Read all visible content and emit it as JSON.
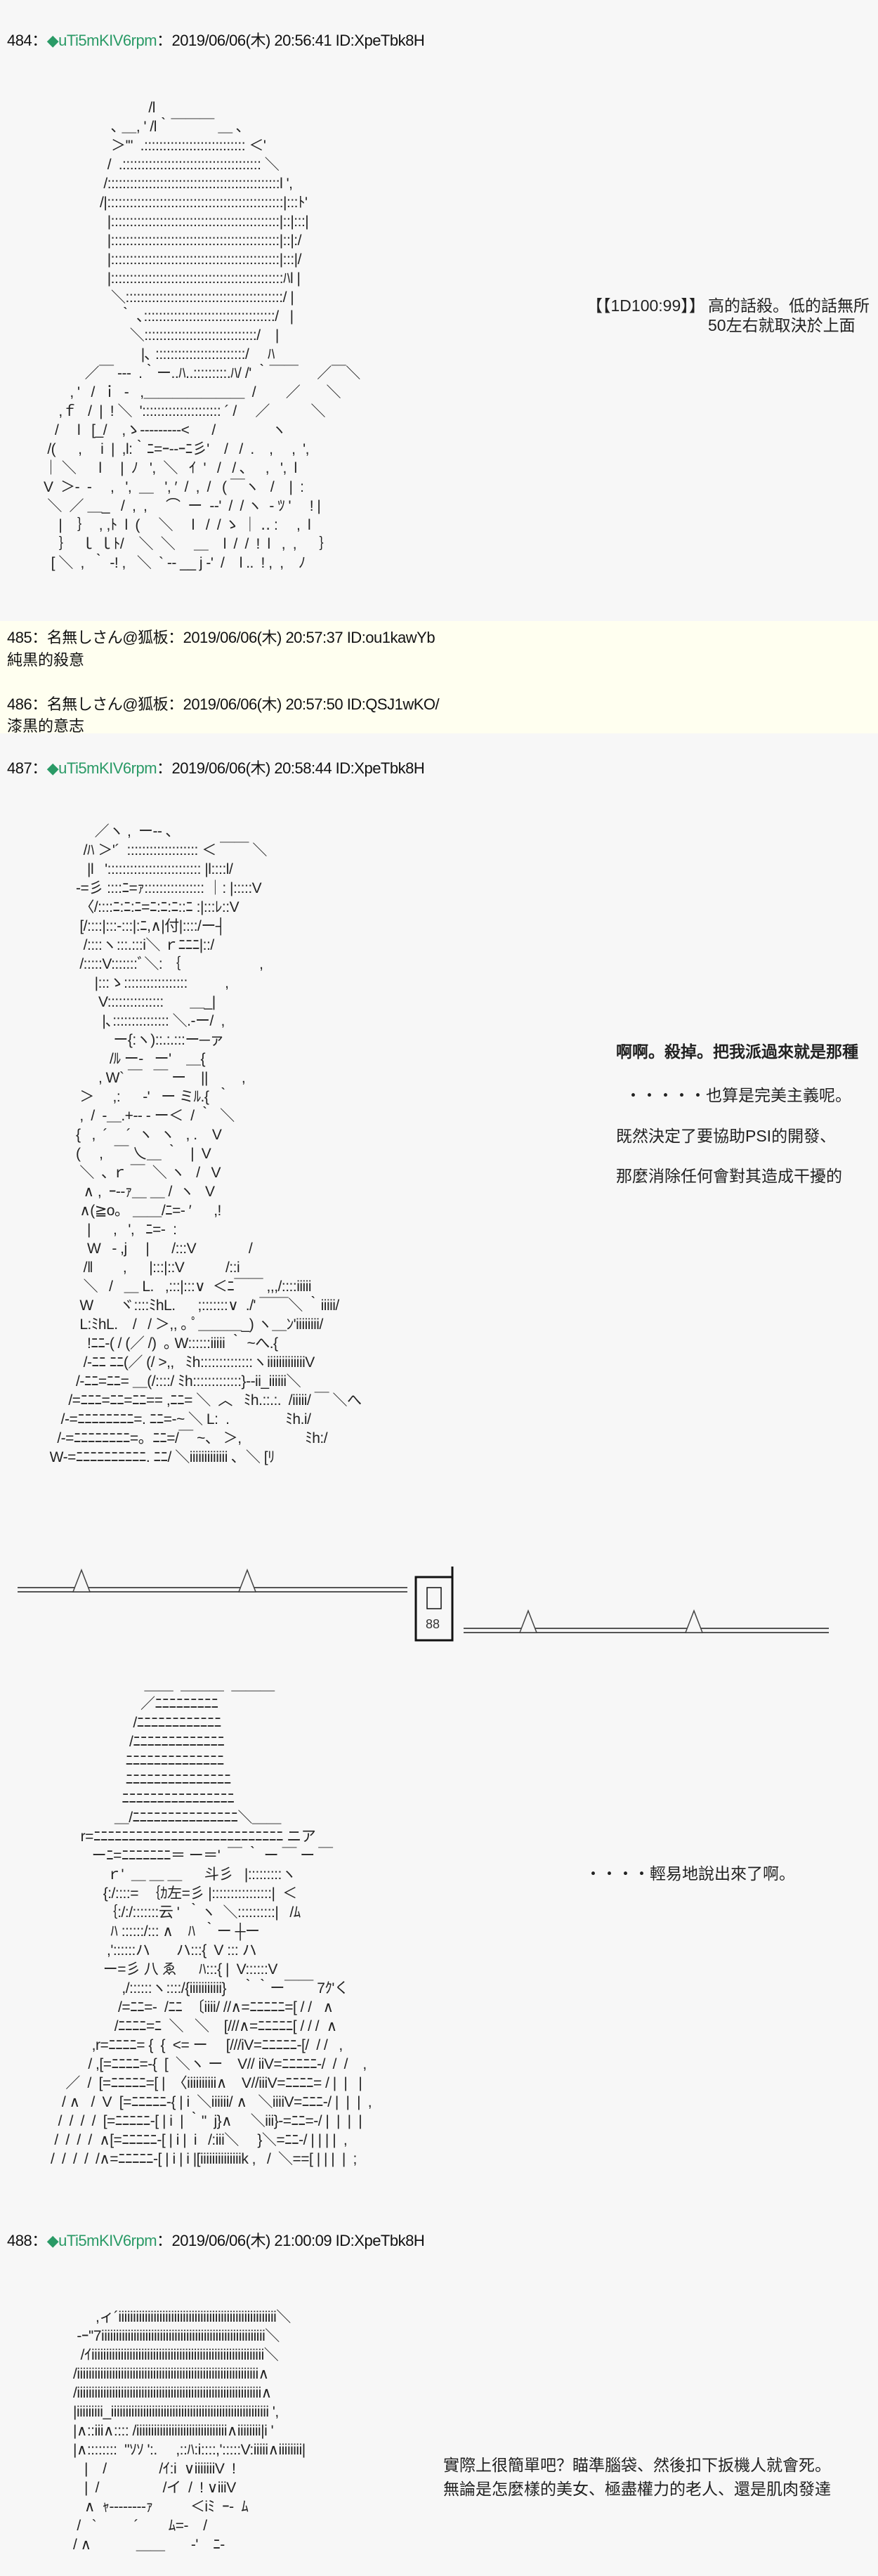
{
  "posts": [
    {
      "number": "484",
      "sep": "：",
      "mark": "◆",
      "name": "uTi5mKIV6rpm",
      "date": "：2019/06/06(木) 20:56:41 ID:XpeTbk8H"
    },
    {
      "number": "485",
      "sep": "：",
      "name": "名無しさん@狐板",
      "date": "：2019/06/06(木) 20:57:37 ID:ou1kawYb",
      "text": "純黒的殺意"
    },
    {
      "number": "486",
      "sep": "：",
      "name": "名無しさん@狐板",
      "date": "：2019/06/06(木) 20:57:50 ID:QSJ1wKO/",
      "text": "漆黒的意志"
    },
    {
      "number": "487",
      "sep": "：",
      "mark": "◆",
      "name": "uTi5mKIV6rpm",
      "date": "：2019/06/06(木) 20:58:44 ID:XpeTbk8H"
    },
    {
      "number": "488",
      "sep": "：",
      "mark": "◆",
      "name": "uTi5mKIV6rpm",
      "date": "：2019/06/06(木) 21:00:09 ID:XpeTbk8H"
    }
  ],
  "dialogue": {
    "p484_dice": "【【1D100:99】】",
    "p484_line1": "高的話殺。低的話無所",
    "p484_line2": "50左右就取決於上面",
    "p487_line1": "啊啊。殺掉。把我派過來就是那種",
    "p487_line2": "・・・・・也算是完美主義呢。",
    "p487_line3": "既然決定了要協助PSI的開發、",
    "p487_line4": "那麼消除任何會對其造成干擾的",
    "p487_line5": "・・・・輕易地說出來了啊。",
    "p488_line1": "實際上很簡單吧？瞄準腦袋、然後扣下扳機人就會死。",
    "p488_line2": "無論是怎麼樣的美女、極盡權力的老人、還是肌肉發達"
  },
  "divider": {
    "box_label": "88"
  },
  "aa": {
    "a1": [
      "                                  /l",
      "                        ､ ＿, ' /l｀￣￣￣ ＿ ､",
      "                        ＞'\"  .::::::::::::::::::::::::::: ＜'",
      "                       /  .::::::::::::::::::::::::::::::::::::: ＼",
      "                      /::::::::::::::::::::::::::::::::::::::::::::::l ',",
      "                     /|:::::::::::::::::::::::::::::::::::::::::::::::|:::ﾄ'",
      "                       |:::::::::::::::::::::::::::::::::::::::::::::|::|:::|",
      "                       |:::::::::::::::::::::::::::::::::::::::::::::|::|:/",
      "                       |:::::::::::::::::::::::::::::::::::::::::::::|:::|/",
      "                       |::::::::::::::::::::::::::::::::::::::::::::::ﾊl |",
      "                        ＼::::::::::::::::::::::::::::::::::::::::::/ |",
      "                          ｀ ､:::::::::::::::::::::::::::::::::::/   |",
      "                             ＼::::::::::::::::::::::::::::::/    |",
      "                                |､ ::::::::::::::::::::::::/     ﾊ",
      "                 ／￣ ---  .｀ー..ﾊ..:::::::::.ﾊ/ /' ｀￣￣     ／￣＼",
      "             , '   /  ｉ  -   ,＿＿＿＿＿＿＿  /        ／       ＼",
      "          ,ｆ   /  |  ! ＼  '::::::::::::::::::::: ´ /     ／           ＼",
      "         /     l   [_/    ,ゝ-‐‐‐‐‐‐‐-<      /               ヽ",
      "       /(      ,     i  |  ,l:｀ﾆ=ｰ--ｰﾆ彡'    /   /  .    ,     ,  ',",
      "      ｜ ＼      l     |  ﾉ   ',  ＼   ｲ  '   /   / ､     ,   ',  l",
      "      V  ＞-  -     ,   ',  ＿   ', ′  /  ,  /   ( ￣ヽ   /    |  :",
      "       ＼  ／ ＿_   /  ,  ,     ⌒  ー  -‐'  /  / ヽ  ‐ ﾂ '     ! |",
      "          |    ｝  , ,ﾄ  l  (     ＼     l   /  / ゝ ｜ ‥ :     ,  l",
      "          ｝  ｌ ｌﾄ/    ＼  ＼     ＿    l  /  /  !  l   ,  ,      ｝",
      "        [ ＼  ,  ｀ -! ,   ＼  ` ‐- __ j -'  /    l ..  ! ,  ,    ﾉ"
    ],
    "a2": [
      "              ／ヽ ,  ー-- ､",
      "           /ﾊ ＞'´  ::::::::::::::::::: ＜ ￣￣ ＼",
      "            |l   '::::::::::::::::::::::::: |l::::l/",
      "         -=彡 ::::ﾆ=ｧ:::::::::::::::: ｜: |:::::V",
      "          〈/::::ﾆ:ﾆ:ﾆ=ﾆ:ﾆ:ﾆ::ﾆ :|:::ﾚ::V",
      "          [/::::|:::-:::|:ﾆ,∧|付|::::/ー┤",
      "           /::::ヽ:::.:::i＼ ｒﾆﾆﾆ|::/",
      "          /:::::V:::::::ﾞ＼: ｛                     ,",
      "              |:::ゝ:::::::::::::::::          ,",
      "               V:::::::::::::::       ＿_|",
      "                |､::::::::::::::: ＼.-ー/  ,",
      "                   ー{:ヽ)::.:.:::ー─ァ",
      "                  /ﾙ ー-   ー'    ＿{",
      "               , W` ￣   ￣ ー    ||         ,",
      "          ＞     ,:      ‐'   ー ミﾙ.{  ｀",
      "          ,  /  -＿.+-- ‐ ー＜  / ｀  ＼",
      "         {   ,  ´     ´  ヽ  ヽ   , .    V",
      "         (     ,   ￣ 乀＿ ｀   |  V",
      "          ＼  ､ ｒ ￣  ＼ ヽ   /   V",
      "           ∧ ,  ｰ--ｧ＿ ＿ /  ヽ   V",
      "          ∧(≧o。 ＿＿/ﾆ=- ′      ,!",
      "            |      ,   ',   ﾆ=-  :",
      "            W   ‐ ,j     |      /:::V              /",
      "           /‖        ,      |:::|::V           /::i",
      "           ＼   /   ＿ L.   ,:::|:::∨  ＜ﾆ￣￣ ,,,/::::iiiii",
      "          W       ヾ::::ﾐhL.      ;:::::::∨  ./' ￣￣＼ ｀iiiii/",
      "          L:ﾐhL.    /   / ＞,, ｡ ﾟ＿＿＿_) ヽ＿ﾝ'iiiiiiii/",
      "            !ﾆﾆ-( / (／ /)  ｡ W::::::iiiii ｀ ~へ.{",
      "           /-ﾆﾆ ﾆﾆ(／ (/ >,,   ﾐh::::::::::::::ヽiiiiiiiiiiiiiV",
      "         /-ﾆﾆ=ﾆﾆ= ＿(/::::/ ﾐh:::::::::::::}--ii_iiiiii＼",
      "       /=ﾆﾆﾆ=ﾆﾆ=ﾆﾆ== ,ﾆﾆ= ＼  ︿   ﾐh.::.:.  /iiiii/ ￣ ＼へ",
      "     /-=ﾆﾆﾆﾆﾆﾆﾆﾆ=. ﾆﾆ=-~ ＼ L:  .               ﾐh.i/",
      "    /-=ﾆﾆﾆﾆﾆﾆﾆﾆ=。ﾆﾆ=/￣ ~、 ＞,                 ﾐh:/",
      "  W-=ﾆﾆﾆﾆﾆﾆﾆﾆﾆﾆ. ﾆﾆ/ ＼iiiiiiiiiiiii ､  ＼ [ﾘ"
    ],
    "a3": [
      "                               ＿＿  ＿＿＿  ＿＿＿",
      "                              ／ﾆﾆﾆﾆﾆﾆﾆﾆﾆ",
      "                            /ﾆﾆﾆﾆﾆﾆﾆﾆﾆﾆﾆﾆ",
      "                           /ﾆﾆﾆﾆﾆﾆﾆﾆﾆﾆﾆﾆﾆ",
      "                          ﾆﾆﾆﾆﾆﾆﾆﾆﾆﾆﾆﾆﾆﾆ",
      "                          ﾆﾆﾆﾆﾆﾆﾆﾆﾆﾆﾆﾆﾆﾆﾆ",
      "                         ﾆﾆﾆﾆﾆﾆﾆﾆﾆﾆﾆﾆﾆﾆﾆﾆ",
      "                       ＿/ﾆﾆﾆﾆﾆﾆﾆﾆﾆﾆﾆﾆﾆﾆﾆ＼＿＿",
      "              r=ﾆﾆﾆﾆﾆﾆﾆﾆﾆﾆﾆﾆﾆﾆﾆﾆﾆﾆﾆﾆﾆﾆﾆﾆﾆﾆﾆ ニア",
      "                 ーﾆ=ﾆﾆﾆﾆﾆﾆﾆ＝ ー＝'  ￣ ｀ ー ￣ ー ￣",
      "                     ｒ'  ＿ ＿ ＿      斗彡   |:::::::::ヽ",
      "                    {:/::::=  ｛ｶ左=彡 |::::::::::::::::|  ＜",
      "                    ｛:/:/:::::::云 '  ｀ヽ  ＼::::::::::|   /ﾑ",
      "                      ﾊ ::::::/::: ∧    ﾊ  ｀ー ┼ー",
      "                     ,'::::::ハ       ハ:::{  V ::: ハ",
      "                    ー=彡 八 ゑ      ﾊ:::{ |  V::::::V",
      "                         ,/::::::ヽ::::/{iiiiiiiiiii}    ｀｀ー￣￣ 7ｸ'く",
      "                        /=ﾆﾆ=-  /ﾆﾆ  〔iiii/ //∧=ﾆﾆﾆﾆﾆ=[ / /   ∧",
      "                       /ﾆﾆﾆﾆ=ﾆ  ＼   ＼    [///∧=ﾆﾆﾆﾆﾆ[ / / /  ∧",
      "                 ,r=ﾆﾆﾆﾆ= {  {  <= ー     [///iV=ﾆﾆﾆﾆﾆ-[/  / /   ,",
      "                / ,[=ﾆﾆﾆﾆ=-{  [  ＼ヽ ー    V// iiV=ﾆﾆﾆﾆﾆ-/  /  /    ,",
      "          ／  /  [=ﾆﾆﾆﾆﾆ=[ |  〈iiiiiiiiii∧    V//iiiV=ﾆﾆﾆﾆ= / |  |   |",
      "         / ∧   /  V  [=ﾆﾆﾆﾆﾆ-{ | i  ＼iiiiii/ ∧   ＼iiiiV=ﾆﾆﾆ-/ |  |  |  ,",
      "        /  /  /  /  [=ﾆﾆﾆﾆﾆ-[ | i  | ｀\"  j}∧     ＼iii}-=ﾆﾆ=-/ |  |  |  |",
      "       /  /  /  /  ∧[=ﾆﾆﾆﾆﾆ-[ | i |  i   /:iii＼     }＼=ﾆﾆ-/ | | | |  ,",
      "      /  /  /  /  /∧=ﾆﾆﾆﾆﾆ-[ | i | i |[iiiiiiiiiiiiiik ,   /  ＼==[ | | |  |  ;"
    ],
    "a4": [
      "                  ,ィ´iiiiiiiiiiiiiiiiiiiiiiiiiiiiiiiiiiiiiiiiiiiiiiiiiiiiii＼",
      "             -ｰ''7iiiiiiiiiiiiiiiiiiiiiiiiiiiiiiiiiiiiiiiiiiiiiiiiiiiiiiii＼",
      "              /ｲiiiiiiiiiiiiiiiiiiiiiiiiiiiiiiiiiiiiiiiiiiiiiiiiiiiiiiiiiii＼",
      "            /iiiiiiiiiiiiiiiiiiiiiiiiiiiiiiiiiiiiiiiiiiiiiiiiiiiiiiiiiiiiii∧",
      "            /iiiiiiiiiiiiiiiiiiiiiiiiiiiiiiiiiiiiiiiiiiiiiiiiiiiiiiiiiiiiiii∧",
      "            |iiiiiiiii_iiiiiiiiiiiiiiiiiiiiiiiiiiiiiiiiiiiiiiiiiiiiiiiiiiiiii ',",
      "            |∧::iii∧:::: /iiiiiiiiiiiiiiiiiiiiiiiiiiiiiii∧iiiiiiii|i '",
      "            |∧::::::::  \"ｿｿ ':.     ,::ﾊ:i::::,':::::V:iiiii∧iiiiiiii|",
      "               |    /              /ｲ:i  ∨iiiiiiiV  ! ",
      "               |  /                 /イ  /  ! ∨iiiV",
      "               ∧  ｬ--------ｧ          ＜iﾐ  ｰ-  ﾑ",
      "             /   `          ´        ﾑ=-    /",
      "            / ∧            ＿＿       -'    ﾆ-"
    ]
  }
}
